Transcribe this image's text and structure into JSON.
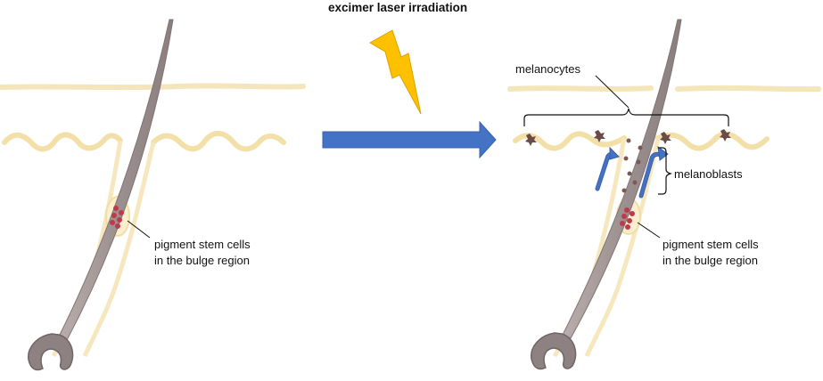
{
  "title": "excimer laser irradiation",
  "left_panel": {
    "label_line1": "pigment stem cells",
    "label_line2": "in the bulge region"
  },
  "right_panel": {
    "melanocytes_label": "melanocytes",
    "melanoblasts_label": "melanoblasts",
    "label_line1": "pigment stem cells",
    "label_line2": "in the bulge region"
  },
  "colors": {
    "arrow": "#4472c4",
    "lightning": "#ffc000",
    "stem_cells": "#c0394b",
    "hair": "#9c9190",
    "skin": "#f5e6bb",
    "melanocyte": "#6b4b47",
    "migration_arrow": "#3f66b3"
  }
}
